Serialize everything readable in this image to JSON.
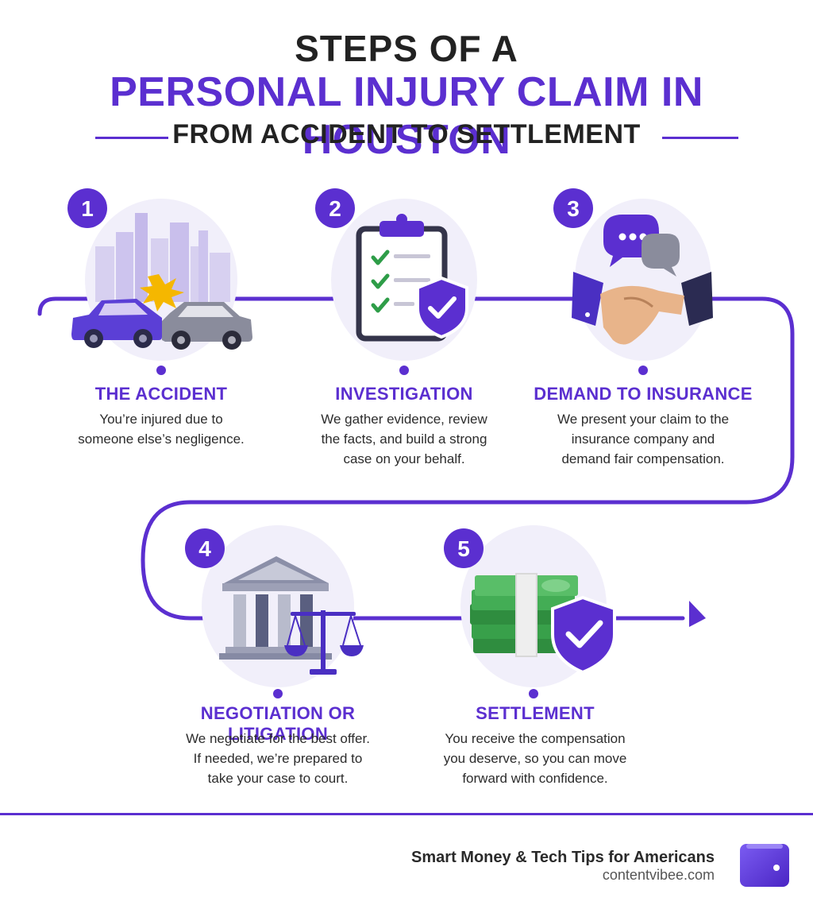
{
  "header": {
    "line1": "STEPS OF A",
    "line2": "PERSONAL INJURY CLAIM IN HOUSTON",
    "line3": "FROM ACCIDENT TO SETTLEMENT"
  },
  "steps": [
    {
      "number": "1",
      "title": "THE ACCIDENT",
      "desc_lines": [
        "You’re injured due to",
        "someone else’s negligence."
      ],
      "icon": "car-crash-icon"
    },
    {
      "number": "2",
      "title": "INVESTIGATION",
      "desc_lines": [
        "We gather evidence, review",
        "the facts, and build a strong",
        "case on your behalf."
      ],
      "icon": "clipboard-checklist-icon"
    },
    {
      "number": "3",
      "title": "DEMAND TO INSURANCE",
      "desc_lines": [
        "We present your claim to the",
        "insurance company and",
        "demand fair compensation."
      ],
      "icon": "handshake-icon"
    },
    {
      "number": "4",
      "title": "NEGOTIATION OR LITIGATION",
      "desc_lines": [
        "We negotiate for the best offer.",
        "If needed, we’re prepared to",
        "take your case to court."
      ],
      "icon": "courthouse-scales-icon"
    },
    {
      "number": "5",
      "title": "SETTLEMENT",
      "desc_lines": [
        "You receive the compensation",
        "you deserve, so you can move",
        "forward with confidence."
      ],
      "icon": "money-shield-icon"
    }
  ],
  "footer": {
    "tagline": "Smart Money & Tech Tips for Americans",
    "site": "contentvibee.com",
    "logo_icon": "wallet-icon"
  },
  "colors": {
    "accent": "#5b2fd0",
    "text": "#222222",
    "money": "#3fa34d",
    "icon_bg": "#f1effa"
  }
}
